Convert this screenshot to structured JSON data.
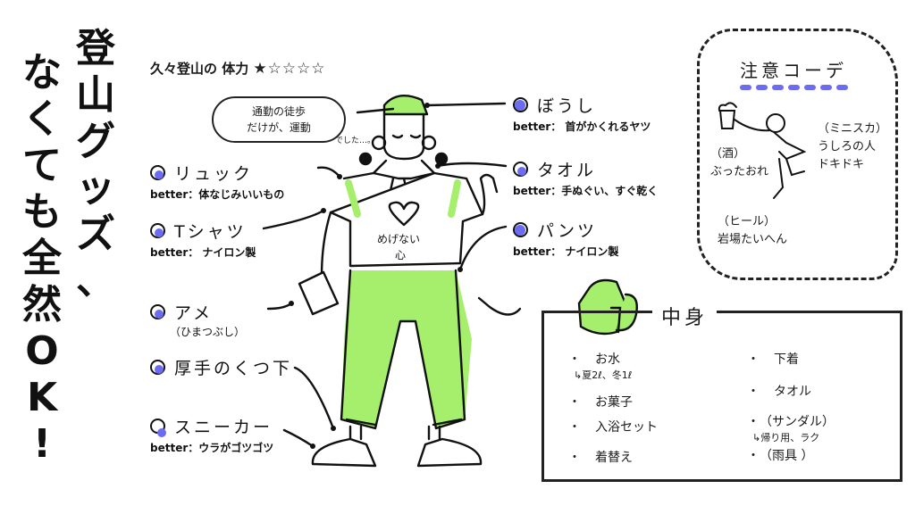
{
  "title": {
    "column_right": [
      "登",
      "山",
      "グ",
      "ッ",
      "ズ",
      "、"
    ],
    "column_left": [
      "な",
      "く",
      "て",
      "も",
      "全",
      "然",
      "O",
      "K",
      "!"
    ],
    "full_text": "登山グッズ、なくても全然OK!"
  },
  "header": {
    "stamina_label": "久々登山の 体力",
    "stamina_rating": "★☆☆☆☆",
    "stamina_value": 1,
    "stamina_max": 5
  },
  "speech_bubble": {
    "line1": "通勤の徒歩",
    "line2": "だけが、運動",
    "tail": "でした…。"
  },
  "items_left": [
    {
      "label": "リュック",
      "better": "better：体なじみいいもの",
      "dot": "half"
    },
    {
      "label": "Tシャツ",
      "better": "better： ナイロン製",
      "dot": "half"
    },
    {
      "label": "アメ",
      "note": "（ひまつぶし）",
      "dot": "half"
    },
    {
      "label": "厚手のくつ下",
      "dot": "half"
    },
    {
      "label": "スニーカー",
      "better": "better：ウラがゴツゴツ",
      "dot": "empty"
    }
  ],
  "items_right": [
    {
      "label": "ぼうし",
      "better": "better： 首がかくれるヤツ",
      "dot": "full"
    },
    {
      "label": "タオル",
      "better": "better：手ぬぐい、すぐ乾く",
      "dot": "half"
    },
    {
      "label": "パンツ",
      "better": "better： ナイロン製",
      "dot": "full"
    }
  ],
  "caution_box": {
    "title": "注意コーデ",
    "notes": [
      {
        "tag": "（酒）",
        "text": "ぶったおれ"
      },
      {
        "tag": "（ミニスカ）",
        "text": "うしろの人 ドキドキ"
      },
      {
        "tag": "（ヒール）",
        "text": "岩場たいへん"
      }
    ]
  },
  "contents_box": {
    "title": "中身",
    "left": [
      {
        "text": "お水",
        "sub": "↳夏2ℓ、冬1ℓ"
      },
      {
        "text": "お菓子"
      },
      {
        "text": "入浴セット"
      },
      {
        "text": "着替え"
      }
    ],
    "right": [
      {
        "text": "下着"
      },
      {
        "text": "タオル"
      },
      {
        "text": "（サンダル）",
        "sub": "↳帰り用、ラク"
      },
      {
        "text": "（雨具 ）"
      }
    ]
  },
  "shirt_text": "めげない心",
  "colors": {
    "accent_green": "#a6ef6c",
    "accent_blue": "#6b6cf2",
    "ink": "#111111"
  }
}
